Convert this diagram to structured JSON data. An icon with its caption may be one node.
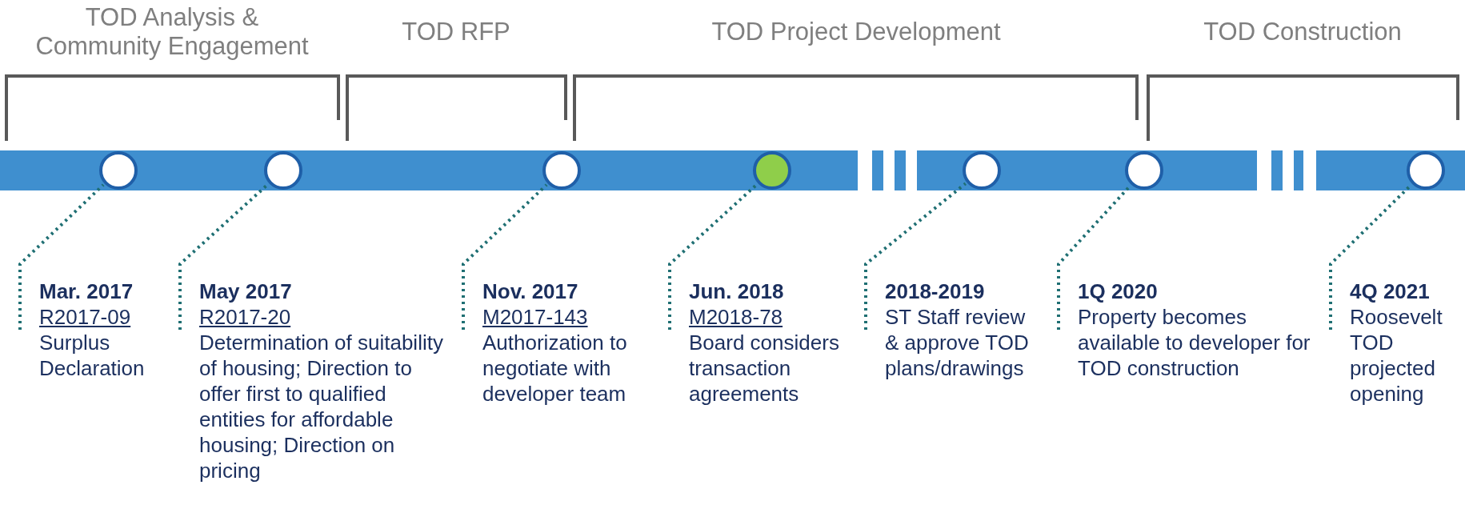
{
  "diagram": {
    "nodes": [
      {
        "text": [],
        "shape": "circle"
      },
      {
        "text": [],
        "shape": "circle"
      },
      {
        "text": [],
        "shape": "circle"
      },
      {
        "text": [],
        "shape": "circle"
      },
      {
        "text": [],
        "shape": "circle"
      },
      {
        "text": [],
        "shape": "circle"
      },
      {
        "text": [],
        "shape": "circle"
      },
      {
        "text": [
          "Mar. 2017",
          "R2017-09",
          "Surplus Declaration"
        ]
      },
      {
        "text": [
          "May 2017",
          "R2017-20",
          "Determination of suitability of housing; Direction to offer first to qualified entities for affordable housing; Direction on pricing"
        ]
      },
      {
        "text": [
          "Nov. 2017",
          "M2017-143",
          "Authorization to negotiate with developer team"
        ]
      },
      {
        "text": [
          "Jun. 2018",
          "M2018-78",
          "Board considers transaction agreements"
        ]
      },
      {
        "text": [
          "2018-2019",
          "ST Staff review & approve TOD plans/drawings"
        ]
      },
      {
        "text": [
          "1Q 2020",
          "Property becomes available to developer for TOD construction"
        ]
      },
      {
        "text": [
          "4Q 2021",
          "Roosevelt TOD projected opening"
        ]
      }
    ],
    "edges": [
      {
        "from": 7,
        "to": 0,
        "arrow": "none",
        "style": "dashed"
      },
      {
        "from": 8,
        "to": 1,
        "arrow": "none",
        "style": "dashed"
      },
      {
        "from": 9,
        "to": 2,
        "arrow": "none",
        "style": "dashed"
      },
      {
        "from": 10,
        "to": 3,
        "arrow": "none",
        "style": "dashed"
      },
      {
        "from": 11,
        "to": 4,
        "arrow": "none",
        "style": "dashed"
      },
      {
        "from": 12,
        "to": 5,
        "arrow": "none",
        "style": "dashed"
      },
      {
        "from": 13,
        "to": 6,
        "arrow": "none",
        "style": "dashed"
      }
    ],
    "labels": [
      "TOD Analysis & Community Engagement",
      "TOD RFP",
      "TOD Project Development",
      "TOD Construction"
    ]
  }
}
